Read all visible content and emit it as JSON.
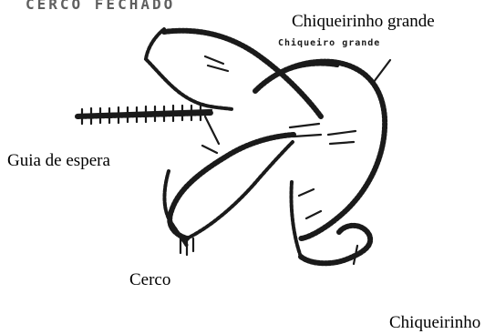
{
  "labels": {
    "chiqueirinho_grande": "Chiqueirinho grande",
    "guia_de_espera": "Guia de espera",
    "cerco": "Cerco",
    "chiqueirinho": "Chiqueirinho"
  },
  "sketch_text": {
    "inner_caption": "Chiqueiro grande",
    "top_caption": "CERCO FECHADO"
  },
  "colors": {
    "ink": "#1a1a1a",
    "background": "#ffffff"
  }
}
